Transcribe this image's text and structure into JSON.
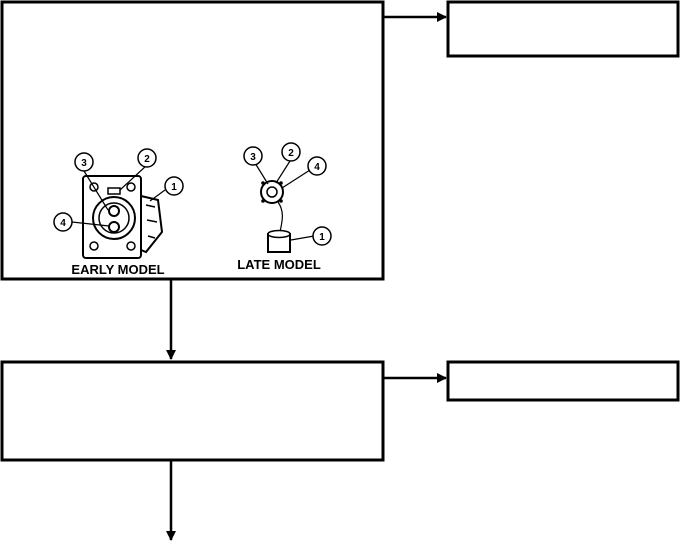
{
  "figure": {
    "captions": {
      "early": "EARLY MODEL",
      "late": "LATE MODEL"
    },
    "early_callouts": [
      "1",
      "2",
      "3",
      "4"
    ],
    "late_callouts": [
      "1",
      "2",
      "3",
      "4"
    ]
  }
}
